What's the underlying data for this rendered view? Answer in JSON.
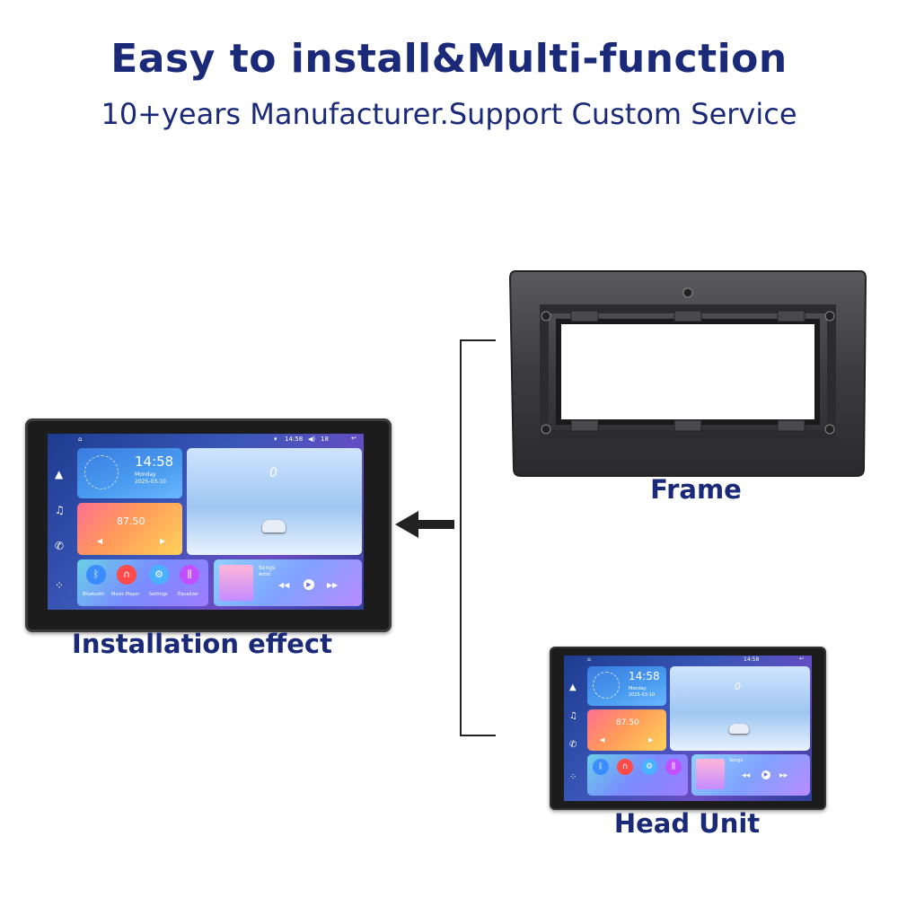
{
  "title": "Easy to install&Multi-function",
  "subtitle": "10+years Manufacturer.Support Custom Service",
  "captions": {
    "installation": "Installation effect",
    "frame": "Frame",
    "head_unit": "Head Unit"
  },
  "screen": {
    "clock_time": "14:58",
    "status_time": "14:58",
    "status_extra": "18",
    "weekday": "Monday",
    "date": "2025-03-10",
    "fm_freq": "87.50",
    "speed": "0",
    "apps": [
      "Bluetooth",
      "Music Player",
      "Settings",
      "Equalizer"
    ],
    "music_title": "Songs",
    "music_artist": "Artist"
  },
  "colors": {
    "heading": "#1b2a78"
  },
  "icons": [
    "arrow-left-icon",
    "navigation-icon",
    "music-note-icon",
    "phone-icon",
    "bluetooth-icon",
    "headphones-icon",
    "gear-icon",
    "equalizer-icon",
    "play-icon"
  ]
}
